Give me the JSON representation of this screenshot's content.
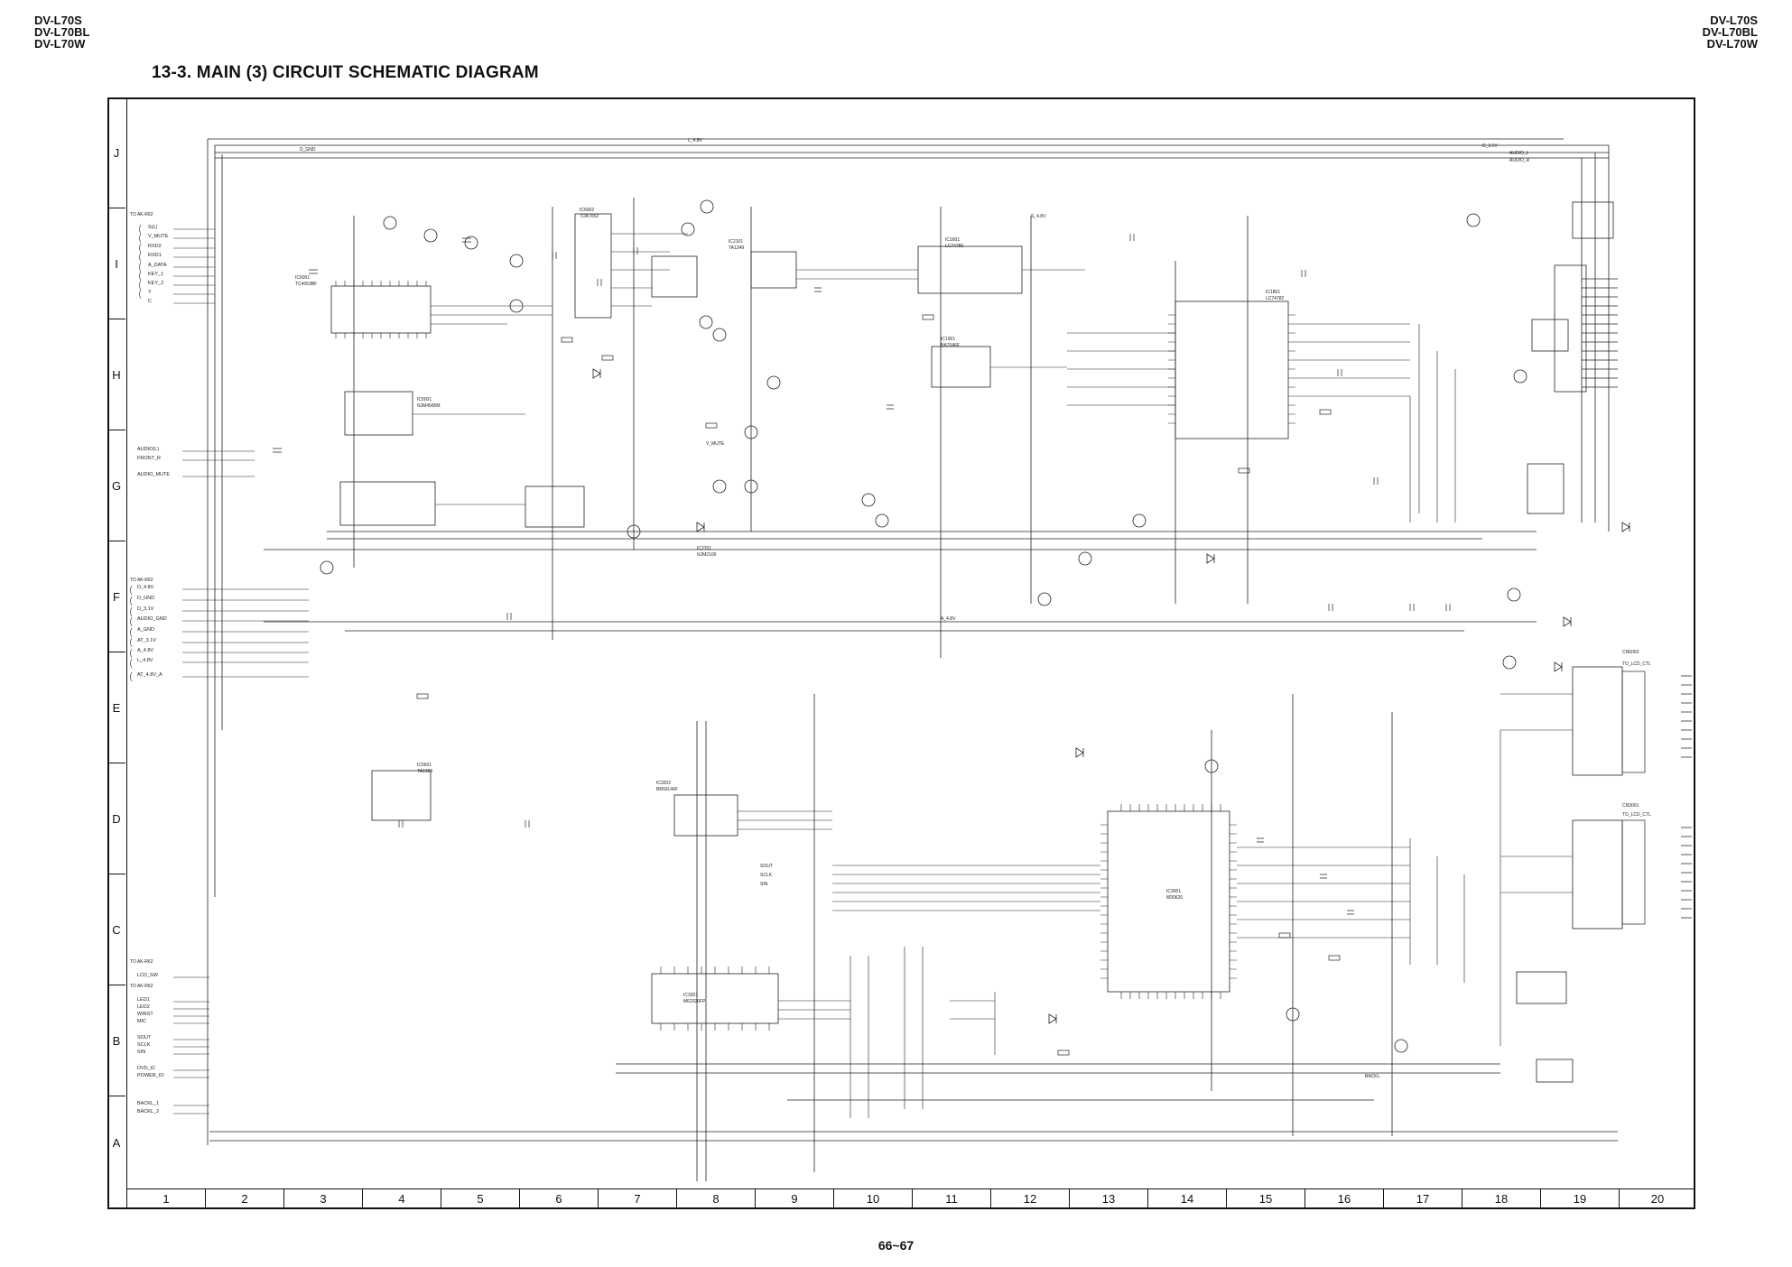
{
  "header": {
    "models_left": [
      "DV-L70S",
      "DV-L70BL",
      "DV-L70W"
    ],
    "models_right": [
      "DV-L70S",
      "DV-L70BL",
      "DV-L70W"
    ],
    "title": "13-3. MAIN (3) CIRCUIT SCHEMATIC DIAGRAM"
  },
  "grid": {
    "rows": [
      "J",
      "I",
      "H",
      "G",
      "F",
      "E",
      "D",
      "C",
      "B",
      "A"
    ],
    "columns": [
      "1",
      "2",
      "3",
      "4",
      "5",
      "6",
      "7",
      "8",
      "9",
      "10",
      "11",
      "12",
      "13",
      "14",
      "15",
      "16",
      "17",
      "18",
      "19",
      "20"
    ]
  },
  "schematic": {
    "left_connector_1": [
      "S(L)",
      "V_MUTE",
      "RXD2",
      "RXD1",
      "A_DATA",
      "KEY_1",
      "KEY_2",
      "Y",
      "C"
    ],
    "left_connector_2": [
      "AUDIO(L)",
      "FRONT_R",
      "AUDIO_MUTE"
    ],
    "left_connector_3": [
      "D_4.8V",
      "D_GND",
      "D_3.1V",
      "AUDIO_GND",
      "A_GND",
      "AT_3.1V",
      "A_4.8V",
      "L_4.8V",
      "AT_4.8V_A"
    ],
    "left_connector_4": [
      "LCD_SW",
      "LED1",
      "LED2",
      "WIRST",
      "MIC",
      "SOUT",
      "SCLK",
      "SIN",
      "DVD_IC",
      "POWER_IO",
      "BACKL_1",
      "BACKL_2"
    ],
    "to_labels": [
      "TO AK-R62",
      "TO AK-R62",
      "TO AK-R62",
      "TO AK-R62"
    ],
    "ics": [
      {
        "ref": "IC6001",
        "part": "TC4053BF"
      },
      {
        "ref": "IC6002",
        "part": "TDA7052"
      },
      {
        "ref": "IC5001",
        "part": "NJM4580M"
      },
      {
        "ref": "IC2101",
        "part": "TA1349"
      },
      {
        "ref": "IC1801",
        "part": "LC74782"
      },
      {
        "ref": "IC1901",
        "part": "BA7046F"
      },
      {
        "ref": "IC1601",
        "part": "LC74780"
      },
      {
        "ref": "IC3202",
        "part": "BR93L46F"
      },
      {
        "ref": "IC3001",
        "part": "M30620"
      },
      {
        "ref": "IC3201",
        "part": "M62320FP"
      },
      {
        "ref": "IC5601",
        "part": "TA1983"
      },
      {
        "ref": "IC2701",
        "part": "NJM2100"
      }
    ],
    "connectors_right": [
      {
        "ref": "CN5003",
        "label": "TO_LCD_CTL"
      },
      {
        "ref": "CN3001",
        "label": "TO_LCD_CTL"
      }
    ],
    "net_labels": [
      "L_4.8V",
      "D_GND",
      "S_4.8V",
      "D_3.1V",
      "A_4.8V",
      "AUDIO_L",
      "AUDIO_R",
      "V_MUTE",
      "SOUT",
      "SCLK",
      "SIN",
      "BACKL"
    ]
  },
  "footer": {
    "page_number": "66~67"
  }
}
